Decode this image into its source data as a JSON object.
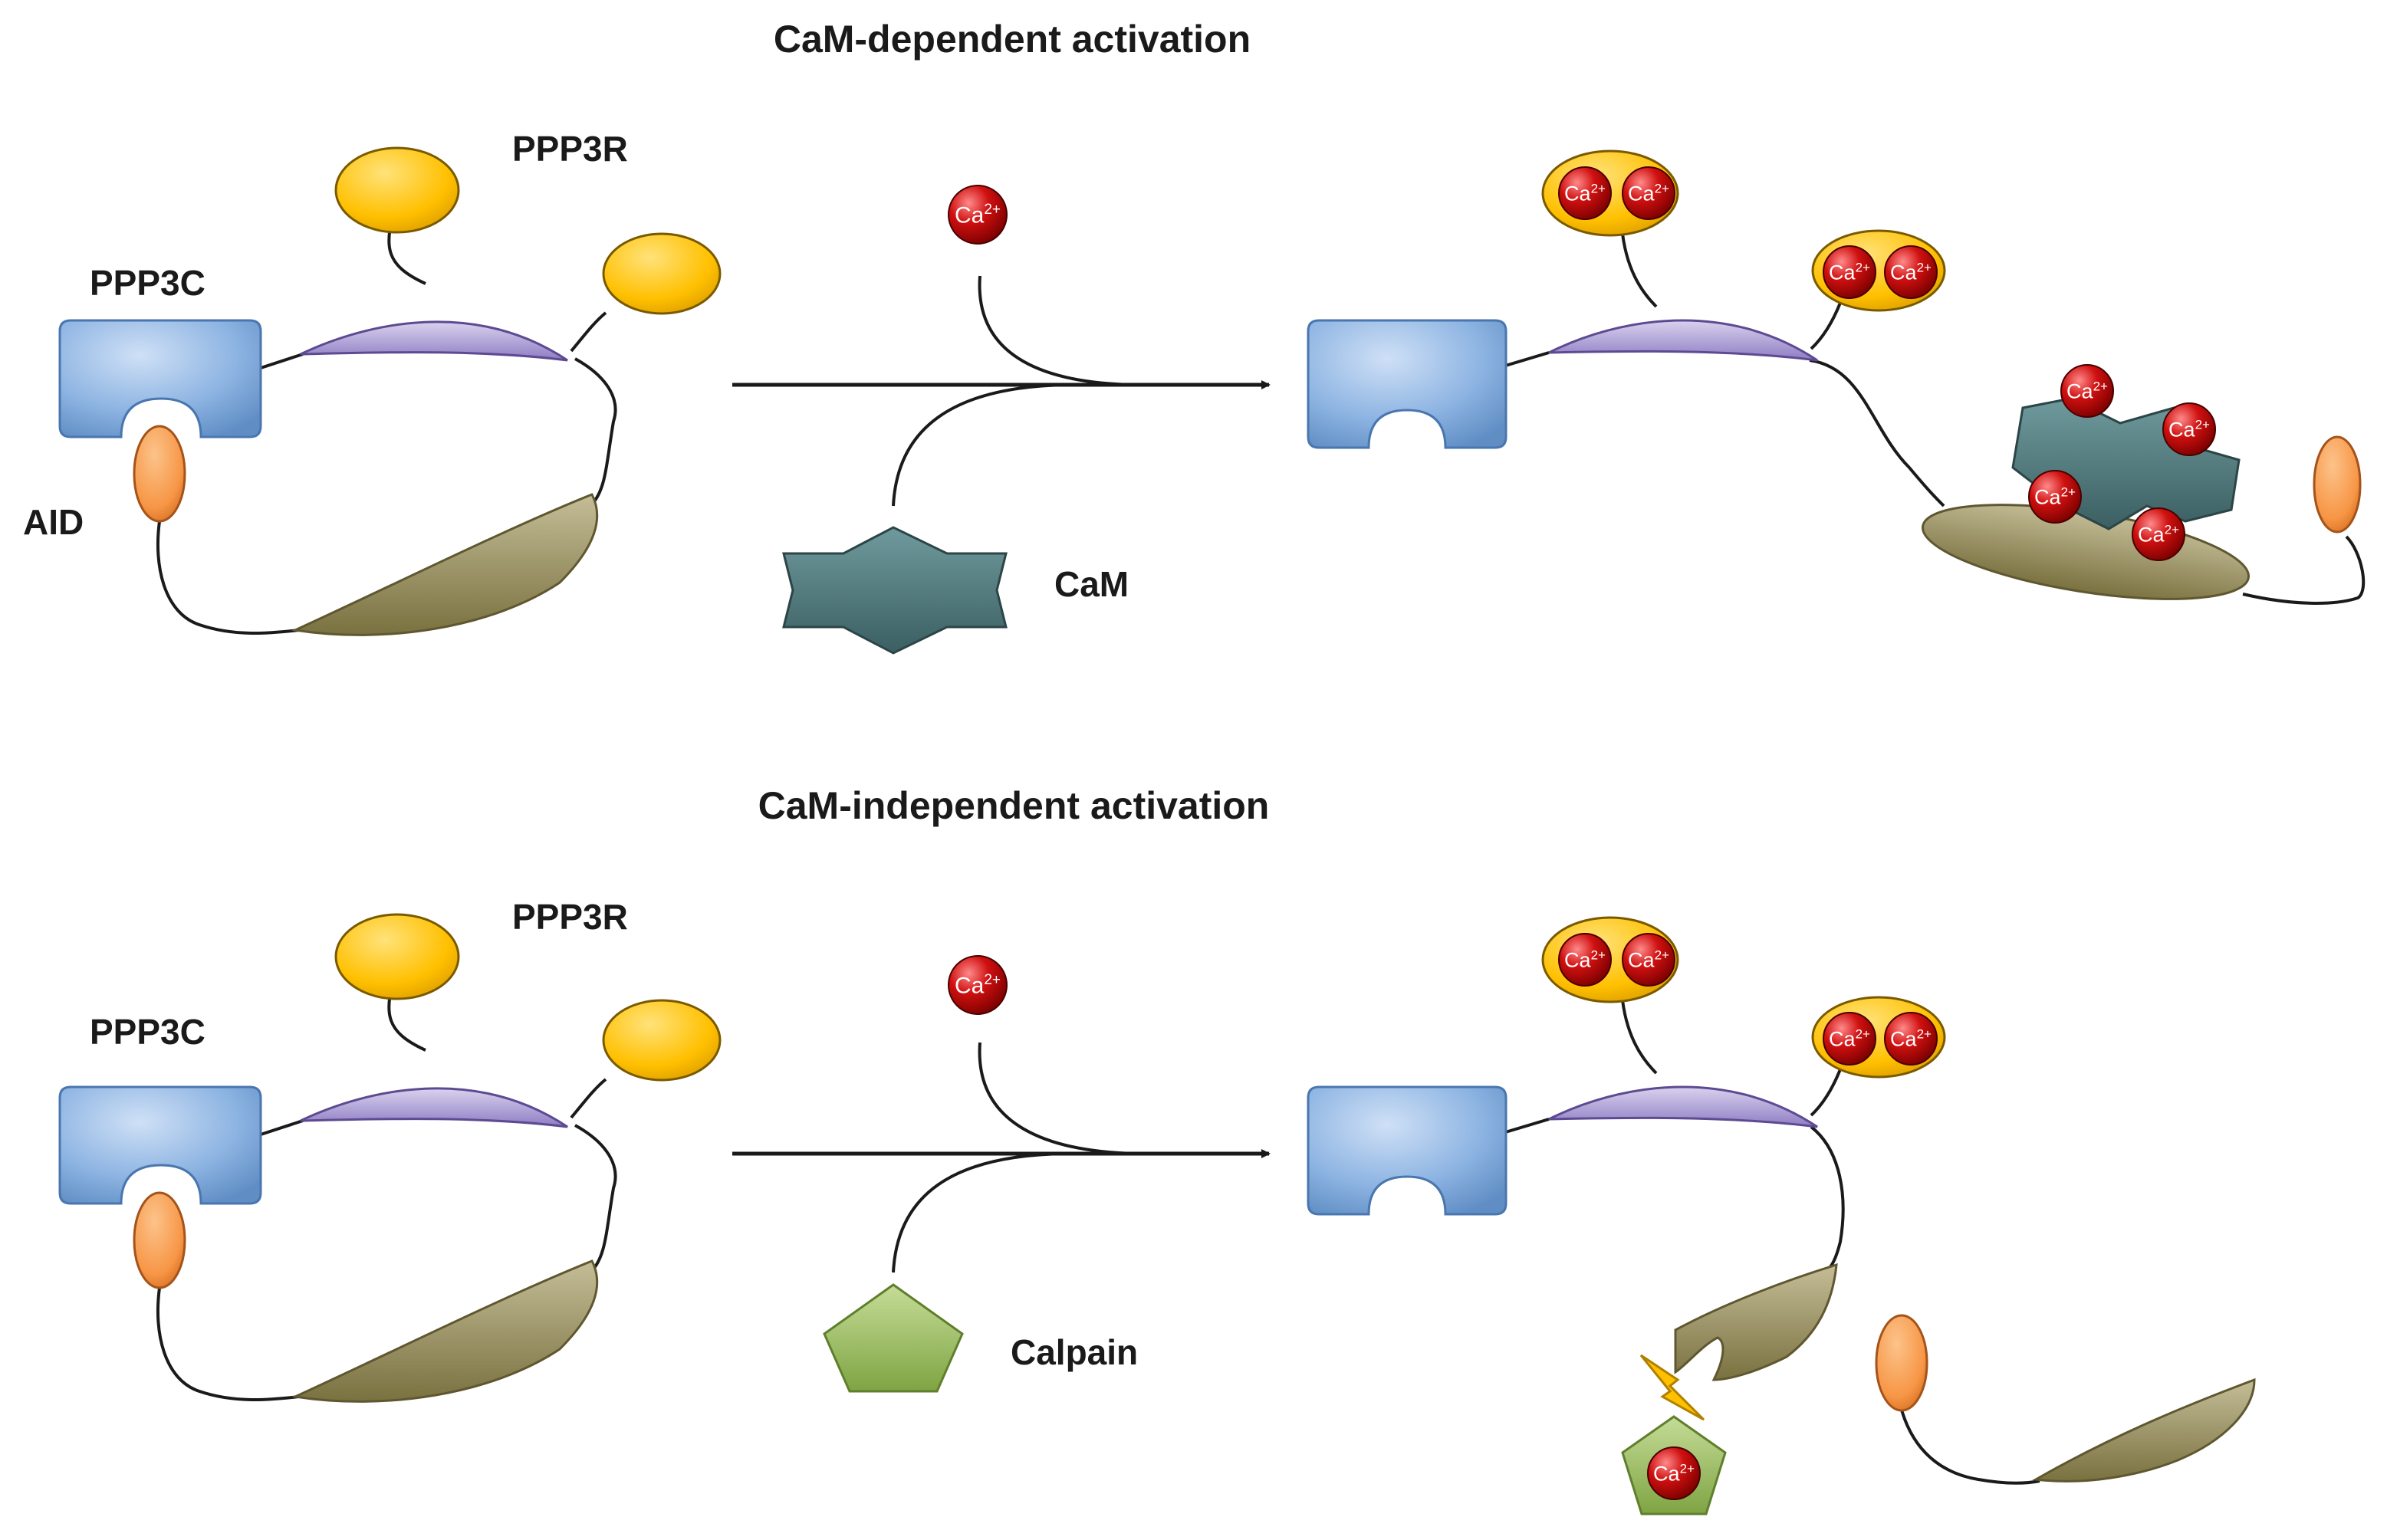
{
  "panels": {
    "top": {
      "title": "CaM-dependent activation",
      "reactant_label": "CaM"
    },
    "bottom": {
      "title": "CaM-independent activation",
      "reactant_label": "Calpain"
    }
  },
  "labels": {
    "ppp3c": "PPP3C",
    "ppp3r": "PPP3R",
    "aid": "AID",
    "calcium": "Ca",
    "calcium_charge": "2+"
  },
  "colors": {
    "ppp3c": "#8db4e2",
    "ppp3r_lobe": "#ffc000",
    "ppp3r_body": "#b4a7d6",
    "aid": "#f79646",
    "domain": "#948a54",
    "cam": "#4f7b7e",
    "calpain": "#9bbb59",
    "calcium": "#c00000",
    "lightning": "#ffc000"
  }
}
